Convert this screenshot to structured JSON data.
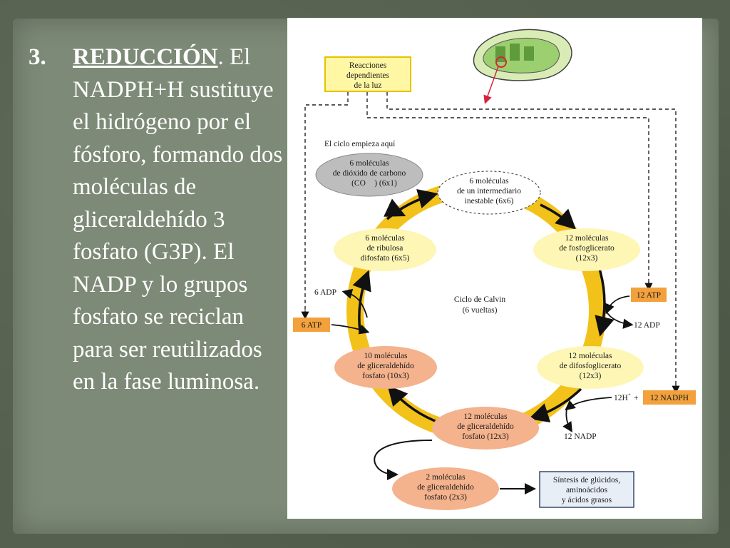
{
  "slide": {
    "number": "3.",
    "heading": "REDUCCIÓN",
    "heading_punct": ".",
    "body": "El NADPH+H sustituye el hidrógeno por el fósforo, formando dos moléculas de gliceraldehído 3 fosfato (G3P). El NADP y lo grupos fosfato se reciclan para ser reutilizados en la fase luminosa."
  },
  "diagram": {
    "light_reactions": [
      "Reacciones",
      "dependientes",
      "de la luz"
    ],
    "cycle_start": "El ciclo empieza aquí",
    "co2": [
      "6 moléculas",
      "de dióxido de carbono",
      "(CO",
      ")  (6x1)"
    ],
    "intermediate": [
      "6 moléculas",
      "de un intermediario",
      "inestable (6x6)"
    ],
    "phosphoglycerate": [
      "12 moléculas",
      "de  fosfoglicerato",
      "(12x3)"
    ],
    "ribulose": [
      "6 moléculas",
      "de ribulosa",
      "difosfato (6x5)"
    ],
    "center": [
      "Ciclo de Calvin",
      "(6 vueltas)"
    ],
    "adp_6": "6 ADP",
    "atp_6": "6 ATP",
    "atp_12": "12 ATP",
    "adp_12": "12 ADP",
    "diphosphoglycerate": [
      "12 moléculas",
      "de difosfoglicerato",
      "(12x3)"
    ],
    "g3p_10": [
      "10 moléculas",
      "de gliceraldehído",
      "fosfato (10x3)"
    ],
    "h_12": "12H",
    "h_sup": "+",
    "plus": "+",
    "nadph_12": "12 NADPH",
    "g3p_12": [
      "12 moléculas",
      "de gliceraldehído",
      "fosfato (12x3)"
    ],
    "nadp_12": "12 NADP",
    "g3p_2": [
      "2 moléculas",
      "de gliceraldehído",
      "fosfato (2x3)"
    ],
    "synthesis": [
      "Síntesis de glúcidos,",
      "aminoácidos",
      "y ácidos grasos"
    ],
    "colors": {
      "ring": "#f2c21a",
      "light_box": "#fff7a3",
      "light_box_border": "#e6c200",
      "atp_box": "#f2a13c",
      "yellow_ellipse": "#fdf6b5",
      "salmon_ellipse": "#f4b28d",
      "gray_ellipse": "#bdbdbd",
      "synthesis_box": "#e8eef6"
    }
  }
}
